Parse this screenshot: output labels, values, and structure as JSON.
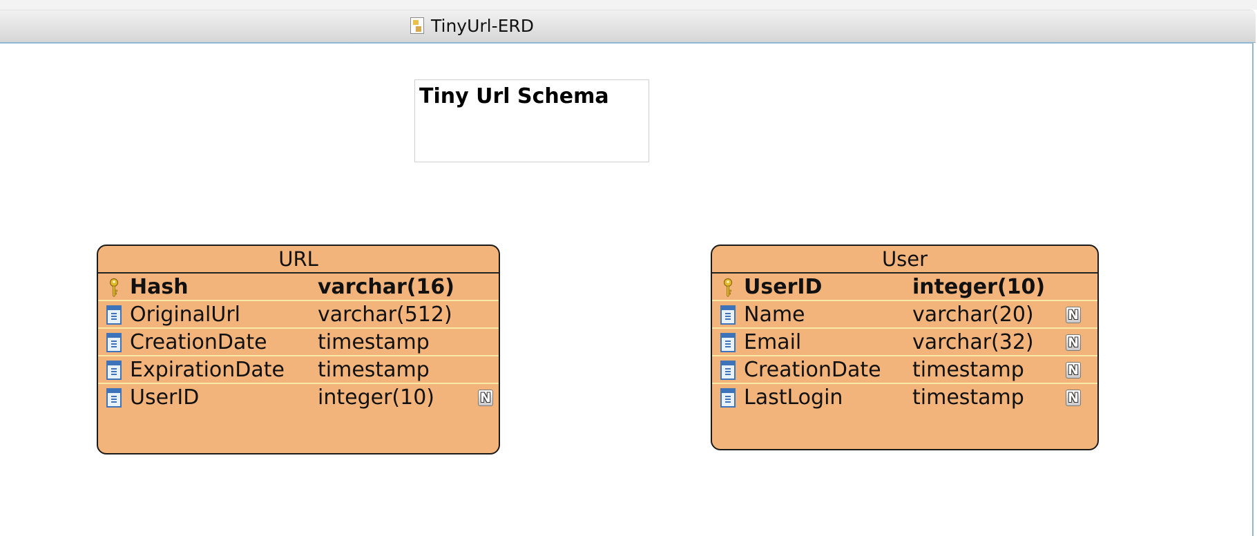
{
  "window": {
    "tab_title": "TinyUrl-ERD"
  },
  "note": {
    "text": "Tiny Url Schema"
  },
  "colors": {
    "entity_fill": "#f3b47b",
    "row_separator": "#f7e9a6",
    "column_icon": "#3d73b8",
    "key_icon": "#e3b92c"
  },
  "entities": [
    {
      "name": "URL",
      "columns": [
        {
          "name": "Hash",
          "type": "varchar(16)",
          "pk": true,
          "nullable": false,
          "icon": "key-icon"
        },
        {
          "name": "OriginalUrl",
          "type": "varchar(512)",
          "pk": false,
          "nullable": false,
          "icon": "column-icon"
        },
        {
          "name": "CreationDate",
          "type": "timestamp",
          "pk": false,
          "nullable": false,
          "icon": "column-icon"
        },
        {
          "name": "ExpirationDate",
          "type": "timestamp",
          "pk": false,
          "nullable": false,
          "icon": "column-icon"
        },
        {
          "name": "UserID",
          "type": "integer(10)",
          "pk": false,
          "nullable": true,
          "icon": "column-icon"
        }
      ]
    },
    {
      "name": "User",
      "columns": [
        {
          "name": "UserID",
          "type": "integer(10)",
          "pk": true,
          "nullable": false,
          "icon": "key-icon"
        },
        {
          "name": "Name",
          "type": "varchar(20)",
          "pk": false,
          "nullable": true,
          "icon": "column-icon"
        },
        {
          "name": "Email",
          "type": "varchar(32)",
          "pk": false,
          "nullable": true,
          "icon": "column-icon"
        },
        {
          "name": "CreationDate",
          "type": "timestamp",
          "pk": false,
          "nullable": true,
          "icon": "column-icon"
        },
        {
          "name": "LastLogin",
          "type": "timestamp",
          "pk": false,
          "nullable": true,
          "icon": "column-icon"
        }
      ]
    }
  ],
  "null_badge": "N"
}
